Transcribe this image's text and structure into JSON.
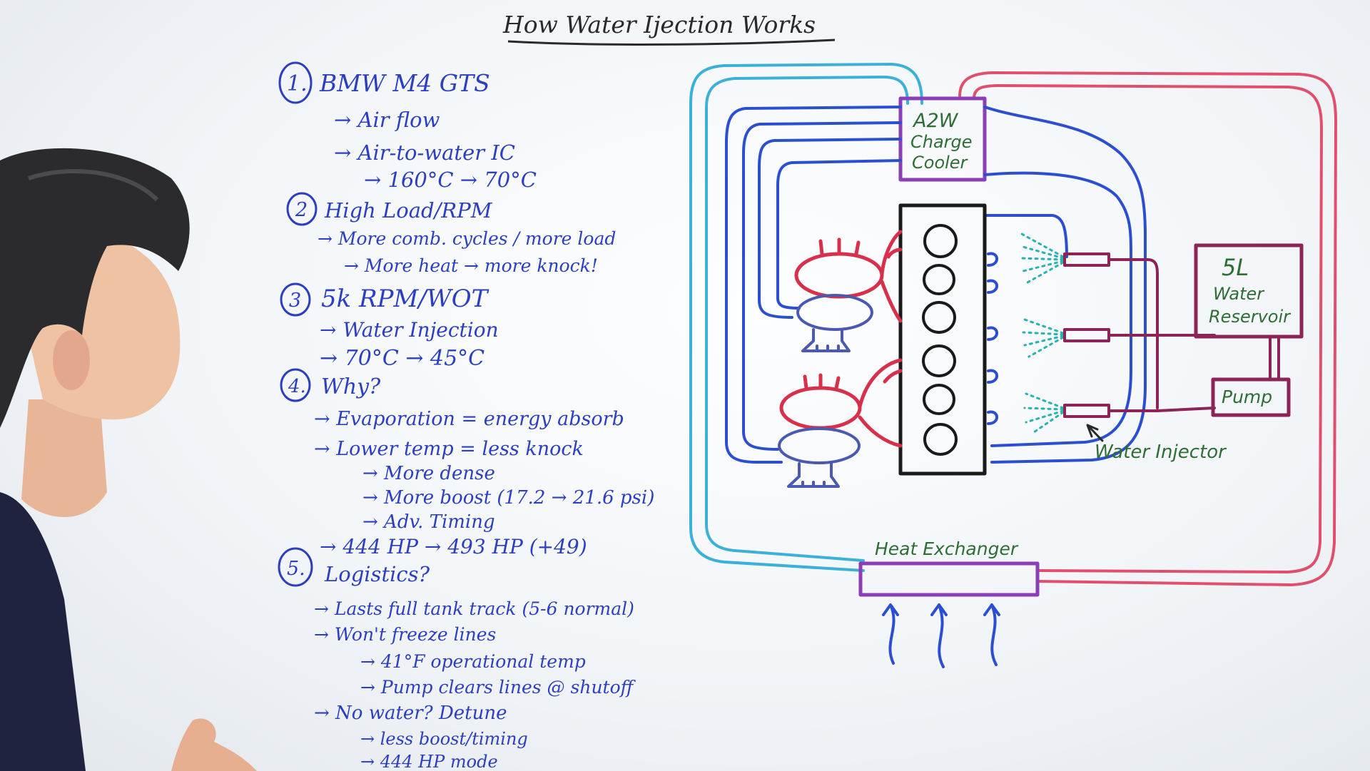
{
  "title": "How Water Ijection Works",
  "notes": {
    "s1": {
      "num": "1.",
      "head": "BMW M4 GTS",
      "l1": "→ Air flow",
      "l2": "→ Air-to-water IC",
      "l3": "→ 160°C → 70°C"
    },
    "s2": {
      "num": "2",
      "head": "High Load/RPM",
      "l1": "→ More comb. cycles / more load",
      "l2": "→ More heat → more knock!"
    },
    "s3": {
      "num": "3",
      "head": "5k RPM/WOT",
      "l1": "→ Water Injection",
      "l2": "→ 70°C → 45°C"
    },
    "s4": {
      "num": "4.",
      "head": "Why?",
      "l1": "→ Evaporation = energy absorb",
      "l2": "→ Lower temp = less knock",
      "l3": "→ More dense",
      "l4": "→ More boost (17.2 → 21.6 psi)",
      "l5": "→ Adv. Timing",
      "l6": "→ 444 HP → 493 HP (+49)"
    },
    "s5": {
      "num": "5.",
      "head": "Logistics?",
      "l1": "→ Lasts full tank track (5-6 normal)",
      "l2": "→ Won't freeze lines",
      "l3": "→ 41°F operational temp",
      "l4": "→ Pump clears lines @ shutoff",
      "l5": "→ No water? Detune",
      "l6": "→ less boost/timing",
      "l7": "→ 444 HP mode"
    }
  },
  "diagram": {
    "cooler": {
      "l1": "A2W",
      "l2": "Charge",
      "l3": "Cooler"
    },
    "reservoir": {
      "l1": "5L",
      "l2": "Water",
      "l3": "Reservoir"
    },
    "pump": "Pump",
    "injector": "Water Injector",
    "exchanger": "Heat Exchanger"
  },
  "colors": {
    "board": "#f7f9fb",
    "notes_ink": "#2b3fc0",
    "red_ink": "#d8304a",
    "pink_ink": "#e0506e",
    "cyan_ink": "#3bb0d8",
    "purple_ink": "#8a3fb8",
    "teal_ink": "#28b3b0",
    "maroon_ink": "#8c2457",
    "green_ink": "#2e6e35"
  }
}
